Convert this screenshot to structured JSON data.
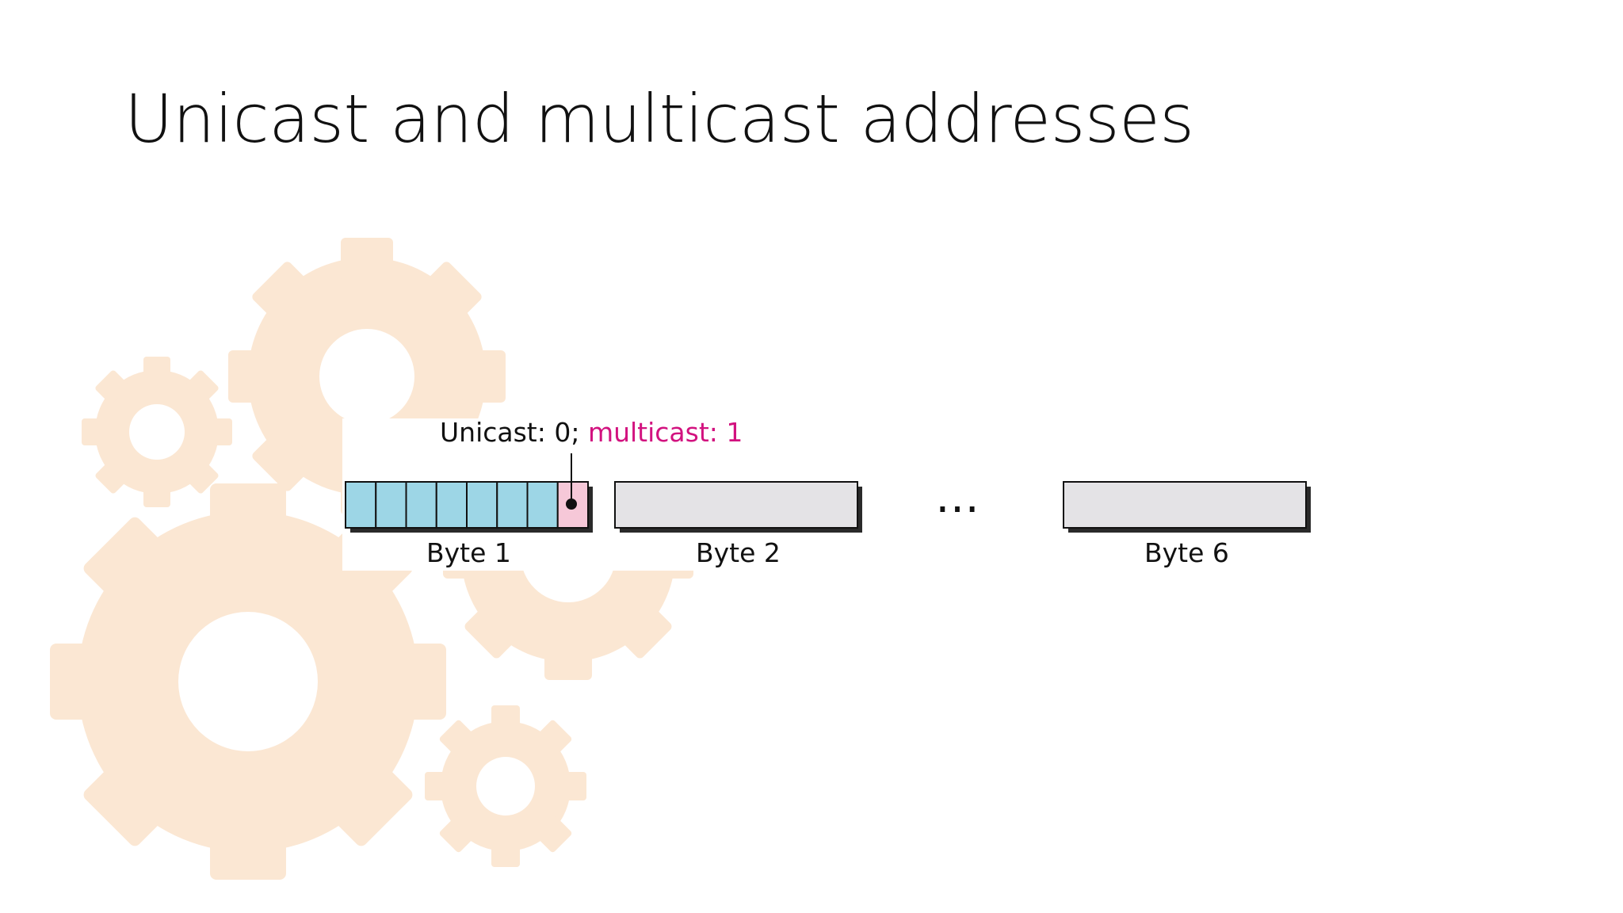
{
  "slide": {
    "title": "Unicast and multicast addresses"
  },
  "diagram": {
    "annotation_prefix": "Unicast: 0; ",
    "annotation_multicast": "multicast: 1",
    "ellipsis": "…",
    "byte_labels": [
      "Byte 1",
      "Byte 2",
      "Byte 6"
    ],
    "byte1_bit_count": 8,
    "highlighted_bit": "multicast-bit"
  },
  "colors": {
    "bit_fill": "#9dd6e6",
    "multicast_bit_fill": "#f6c8d8",
    "byte_fill": "#e4e3e6",
    "shadow": "#2a2a2a",
    "multicast_text": "#d2127f",
    "gear": "#fbe7d3"
  },
  "decor": {
    "background_icon": "gears-icon"
  }
}
